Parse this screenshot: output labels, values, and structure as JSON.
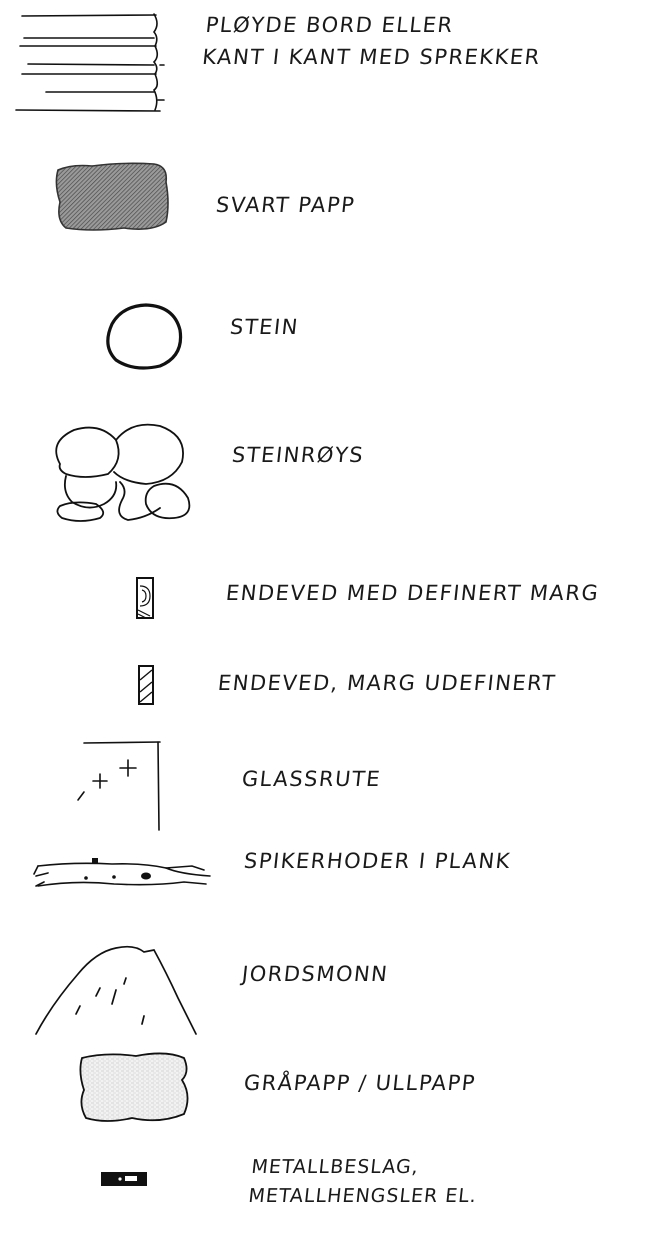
{
  "legend": {
    "items": [
      {
        "symbol": "planed-boards-icon",
        "lines": [
          "PLØYDE BORD ELLER",
          "KANT I KANT MED SPREKKER"
        ]
      },
      {
        "symbol": "black-cardboard-icon",
        "lines": [
          "SVART PAPP"
        ]
      },
      {
        "symbol": "stone-icon",
        "lines": [
          "STEIN"
        ]
      },
      {
        "symbol": "rock-pile-icon",
        "lines": [
          "STEINRØYS"
        ]
      },
      {
        "symbol": "end-grain-defined-pith-icon",
        "lines": [
          "ENDEVED MED DEFINERT MARG"
        ]
      },
      {
        "symbol": "end-grain-undefined-pith-icon",
        "lines": [
          "ENDEVED, MARG UDEFINERT"
        ]
      },
      {
        "symbol": "glass-pane-icon",
        "lines": [
          "GLASSRUTE"
        ]
      },
      {
        "symbol": "nail-heads-plank-icon",
        "lines": [
          "SPIKERHODER I PLANK"
        ]
      },
      {
        "symbol": "soil-mound-icon",
        "lines": [
          "JORDSMONN"
        ]
      },
      {
        "symbol": "grey-cardboard-icon",
        "lines": [
          "GRÅPAPP / ULLPAPP"
        ]
      },
      {
        "symbol": "metal-fitting-icon",
        "lines": [
          "METALLBESLAG,",
          "METALLHENGSLER EL."
        ]
      }
    ]
  }
}
